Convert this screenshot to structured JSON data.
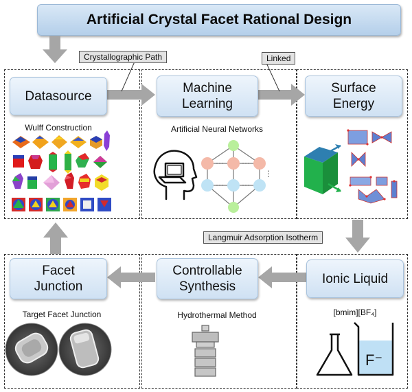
{
  "title": "Artificial Crystal Facet Rational Design",
  "nodes": {
    "datasource": "Datasource",
    "ml_line1": "Machine",
    "ml_line2": "Learning",
    "se_line1": "Surface",
    "se_line2": "Energy",
    "ionic": "Ionic Liquid",
    "cs_line1": "Controllable",
    "cs_line2": "Synthesis",
    "fj_line1": "Facet",
    "fj_line2": "Junction"
  },
  "tags": {
    "crystallographic": "Crystallographic Path",
    "linked": "Linked",
    "langmuir": "Langmuir Adsorption Isotherm"
  },
  "captions": {
    "wulff": "Wulff Construction",
    "ann": "Artificial Neural Networks",
    "ionic_formula": "[bmim][BF₄]",
    "hydrothermal": "Hydrothermal Method",
    "target": "Target Facet Junction",
    "fluoride": "F⁻"
  },
  "colors": {
    "title_bar": "#c4d9ef",
    "node": "#dce9f6",
    "arrow": "#a6a6a6",
    "ann_hidden": "#f4b9a8",
    "ann_io": "#bfe3f5",
    "ann_green": "#b9ef9b",
    "cube_top": "#2e7fb0",
    "cube_side": "#22b14c"
  }
}
